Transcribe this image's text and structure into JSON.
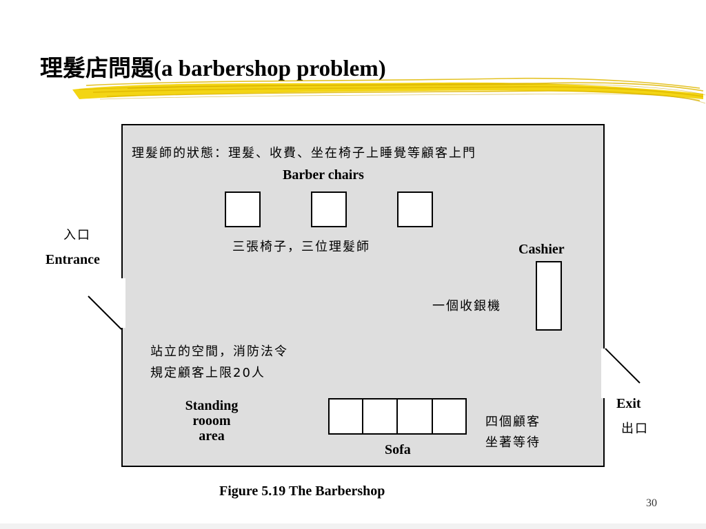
{
  "slide": {
    "title": "理髮店問題(a barbershop problem)",
    "page_number": "30",
    "caption": "Figure 5.19 The Barbershop"
  },
  "diagram": {
    "barber_state": "理髮師的狀態：理髮、收費、坐在椅子上睡覺等顧客上門",
    "barber_chairs_label": "Barber chairs",
    "chairs_note": "三張椅子，三位理髮師",
    "cashier_label": "Cashier",
    "cashier_note": "一個收銀機",
    "standing_note_line1": "站立的空間，消防法令",
    "standing_note_line2": "規定顧客上限20人",
    "standing_label_line1": "Standing",
    "standing_label_line2": "rooom",
    "standing_label_line3": "area",
    "sofa_label": "Sofa",
    "sofa_note_line1": "四個顧客",
    "sofa_note_line2": "坐著等待",
    "entrance_cn": "入口",
    "entrance_en": "Entrance",
    "exit_en": "Exit",
    "exit_cn": "出口",
    "chair_count": 3,
    "sofa_seat_count": 4
  },
  "colors": {
    "room_fill": "#dedede",
    "brush_yellow": "#f2d100"
  }
}
